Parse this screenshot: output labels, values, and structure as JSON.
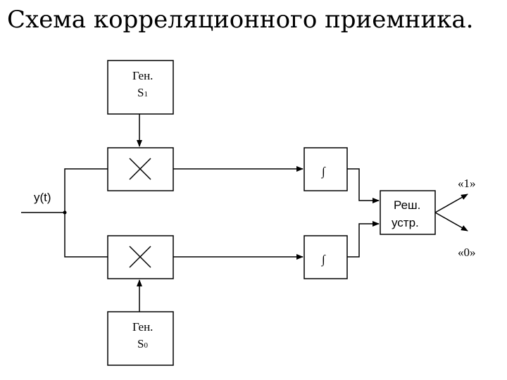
{
  "title": "Схема корреляционного приемника.",
  "input_signal": "y(t)",
  "generator_top": {
    "line1": "Ген.",
    "symbol": "S",
    "index": "1"
  },
  "generator_bottom": {
    "line1": "Ген.",
    "symbol": "S",
    "index": "0"
  },
  "multiplier_symbol": "×",
  "integrator_symbol": "∫",
  "decision_block": {
    "line1": "Реш.",
    "line2": "устр."
  },
  "output_one": "«1»",
  "output_zero": "«0»"
}
